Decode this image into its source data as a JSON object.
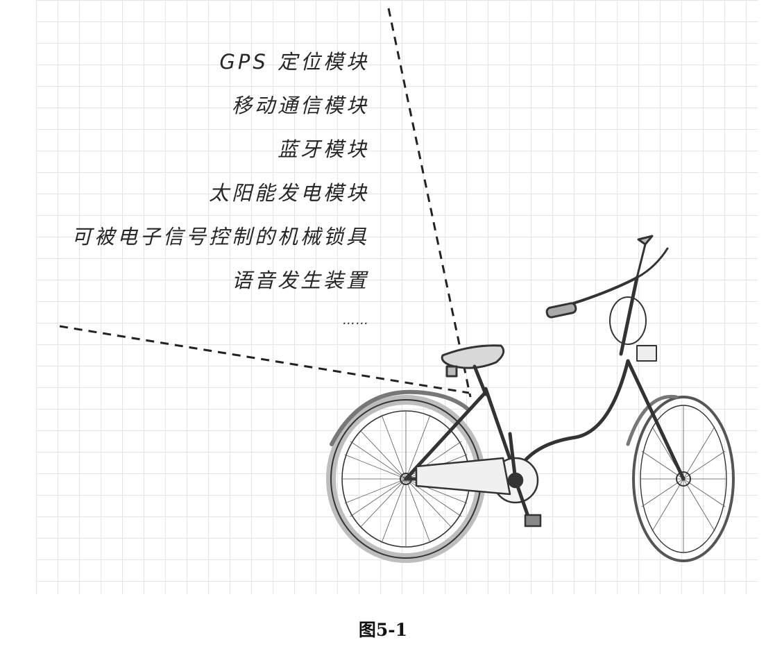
{
  "modules": [
    {
      "label": "GPS 定位模块"
    },
    {
      "label": "移动通信模块"
    },
    {
      "label": "蓝牙模块"
    },
    {
      "label": "太阳能发电模块"
    },
    {
      "label": "可被电子信号控制的机械锁具"
    },
    {
      "label": "语音发生装置"
    },
    {
      "label": "……"
    }
  ],
  "caption": "图5-1"
}
